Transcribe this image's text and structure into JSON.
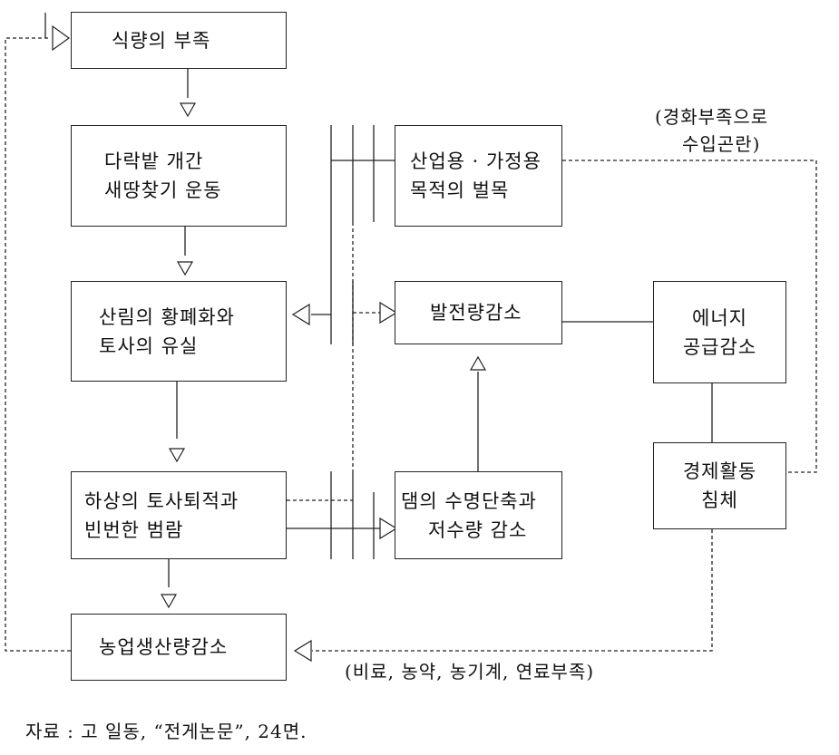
{
  "boxes": {
    "food_shortage": {
      "line1": "식량의 부족"
    },
    "terrace_field": {
      "line1": "다락밭 개간",
      "line2": "새땅찾기 운동"
    },
    "forest_devastation": {
      "line1": "산림의 황폐화와",
      "line2": "토사의 유실"
    },
    "river_sediment": {
      "line1": "하상의 토사퇴적과",
      "line2": "빈번한 범람"
    },
    "agri_decrease": {
      "line1": "농업생산량감소"
    },
    "logging": {
      "line1": "산업용 · 가정용",
      "line2": "목적의 벌목"
    },
    "power_decrease": {
      "line1": "발전량감소"
    },
    "dam": {
      "line1": "댐의 수명단축과",
      "line2": "저수량 감소"
    },
    "energy": {
      "line1": "에너지",
      "line2": "공급감소"
    },
    "economy": {
      "line1": "경제활동",
      "line2": "침체"
    }
  },
  "notes": {
    "import_difficulty_line1": "(경화부족으로",
    "import_difficulty_line2": "수입곤란)",
    "shortages": "(비료, 농약, 농기계, 연료부족)"
  },
  "source": "자료 : 고 일동, “전게논문”, 24면."
}
